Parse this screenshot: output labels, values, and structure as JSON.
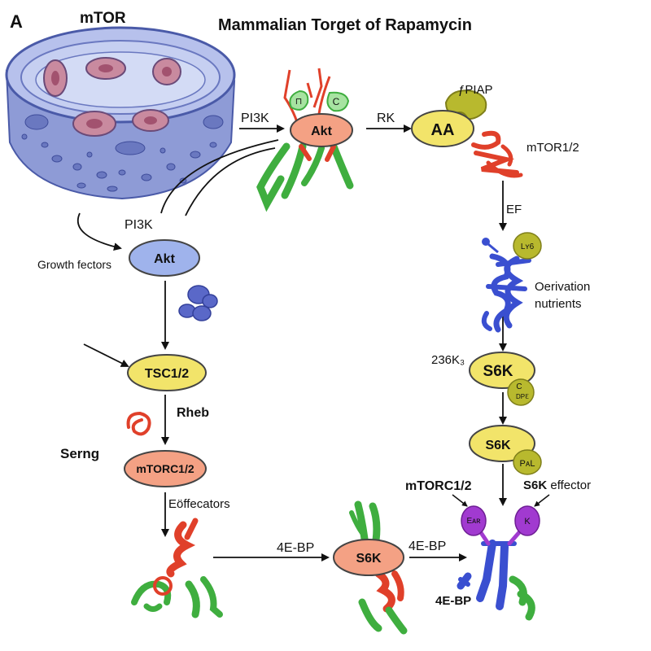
{
  "panel_letter": "A",
  "header_label": "mTOR",
  "title": "Mammalian Torget of Rapamycin",
  "colors": {
    "node_salmon": "#f4a184",
    "node_yellow": "#f2e46a",
    "node_blue": "#9fb3ec",
    "protein_green": "#3fae3f",
    "protein_red": "#e0402a",
    "protein_blue": "#3a4fd0",
    "protein_purple": "#a13ad0",
    "protein_olive": "#b8b92e",
    "cell_fill": "#aab6e6"
  },
  "nodes": {
    "akt_top": "Akt",
    "aa": "AA",
    "akt_left": "Akt",
    "tsc": "TSC1/2",
    "mtorc": "mTORC1/2",
    "s6k_mid": "S6K",
    "s6k_right_upper": "S6K",
    "s6k_right_lower": "S6K"
  },
  "labels": {
    "pi3k_top": "PI3K",
    "rk": "RK",
    "piap": "ƒPIAP",
    "mtor12": "mTOR1/2",
    "ef": "EF",
    "pi3k_left": "PI3K",
    "growth_factors": "Growth fectors",
    "derivation": "Oerivation",
    "nutrients": "nutrients",
    "k236": "236K₃",
    "rheb": "Rheb",
    "serng": "Serng",
    "effectors": "Eöffecators",
    "fourebp_left": "4E-BP",
    "fourebp_right": "4E-BP",
    "fourebp_bottom": "4E-BP",
    "mtorc12_right": "mTORC1/2",
    "s6k_effector_bold": "S6K",
    "s6k_effector_rest": " effector"
  },
  "tags": {
    "top_left": "⊓",
    "top_right": "C",
    "lys": "Lʏ6",
    "c_upper": "C",
    "dpe": "DPℇ",
    "pal": "PᴀL",
    "ea": "Eᴀʀ",
    "k": "K"
  }
}
